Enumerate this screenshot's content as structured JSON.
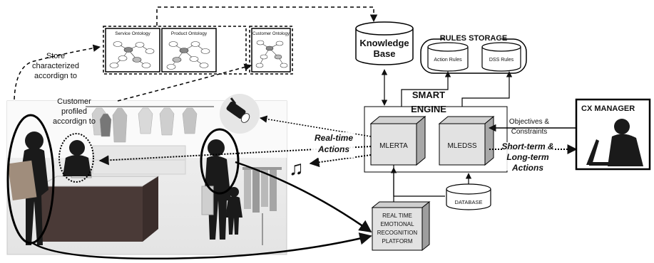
{
  "ontologies": {
    "service": "Service Ontology",
    "product": "Product Ontology",
    "customer": "Customer Ontology"
  },
  "annotations": {
    "store_line1": "Store",
    "store_line2": "characterized",
    "store_line3": "accordign to",
    "customer_line1": "Customer",
    "customer_line2": "profiled",
    "customer_line3": "accordign to"
  },
  "knowledge_base": {
    "line1": "Knowledge",
    "line2": "Base"
  },
  "rules_storage": {
    "title": "RULES STORAGE",
    "action_rules": "Action Rules",
    "dss_rules": "DSS Rules"
  },
  "smart_engine": {
    "line1": "SMART",
    "line2": "ENGINE",
    "mlerta": "MLERTA",
    "mledss": "MLEDSS"
  },
  "flows": {
    "realtime_line1": "Real-time",
    "realtime_line2": "Actions",
    "objectives_line1": "Objectives &",
    "objectives_line2": "Constraints",
    "shortterm_line1": "Short-term &",
    "shortterm_line2": "Long-term",
    "shortterm_line3": "Actions"
  },
  "cx_manager": "CX MANAGER",
  "database": "DATABASE",
  "recognition_platform": {
    "line1": "REAL TIME",
    "line2": "EMOTIONAL",
    "line3": "RECOGNITION",
    "line4": "PLATFORM"
  },
  "music_icon": "♫"
}
